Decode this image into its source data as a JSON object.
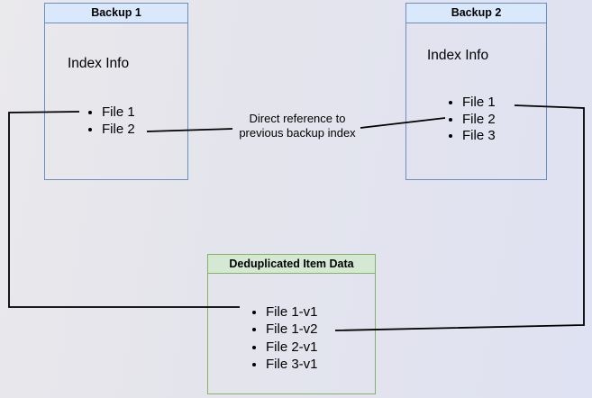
{
  "backup1": {
    "title": "Backup 1",
    "subtitle": "Index Info",
    "items": [
      "File 1",
      "File 2"
    ]
  },
  "backup2": {
    "title": "Backup 2",
    "subtitle": "Index Info",
    "items": [
      "File 1",
      "File 2",
      "File 3"
    ]
  },
  "dedup": {
    "title": "Deduplicated Item Data",
    "items": [
      "File 1-v1",
      "File 1-v2",
      "File 2-v1",
      "File 3-v1"
    ]
  },
  "annotation": {
    "line1": "Direct reference to",
    "line2": "previous backup index"
  },
  "colors": {
    "blue_fill": "#dae8fc",
    "blue_border": "#6c8ebf",
    "green_fill": "#d5e8d4",
    "green_border": "#82b366",
    "line": "#000000"
  }
}
